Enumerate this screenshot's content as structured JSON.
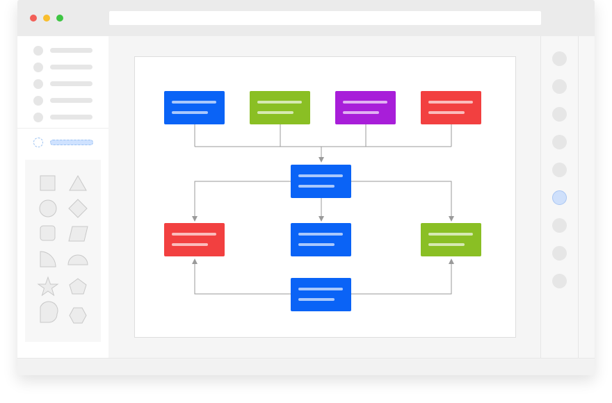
{
  "window": {
    "traffic_lights": [
      {
        "name": "close",
        "color": "#f25f58"
      },
      {
        "name": "minimize",
        "color": "#f9be2e"
      },
      {
        "name": "maximize",
        "color": "#3ec543"
      }
    ]
  },
  "sidebar": {
    "item_count": 5,
    "selected_index": 5
  },
  "palette": {
    "shapes": [
      "square",
      "triangle",
      "circle",
      "diamond",
      "rounded-square",
      "parallelogram",
      "quarter-circle",
      "half-circle",
      "star",
      "pentagon",
      "drop",
      "hexagon"
    ]
  },
  "rightbar": {
    "tool_count": 9,
    "active_index": 5
  },
  "colors": {
    "blue": "#0a63f6",
    "green": "#8abf24",
    "purple": "#a81ed9",
    "red": "#f24040",
    "connector": "#9a9a9a"
  },
  "diagram": {
    "nodes": [
      {
        "id": "top-1",
        "color": "blue"
      },
      {
        "id": "top-2",
        "color": "green"
      },
      {
        "id": "top-3",
        "color": "purple"
      },
      {
        "id": "top-4",
        "color": "red"
      },
      {
        "id": "hub",
        "color": "blue"
      },
      {
        "id": "mid-left",
        "color": "red"
      },
      {
        "id": "mid-center",
        "color": "blue"
      },
      {
        "id": "mid-right",
        "color": "green"
      },
      {
        "id": "bottom",
        "color": "blue"
      }
    ]
  }
}
